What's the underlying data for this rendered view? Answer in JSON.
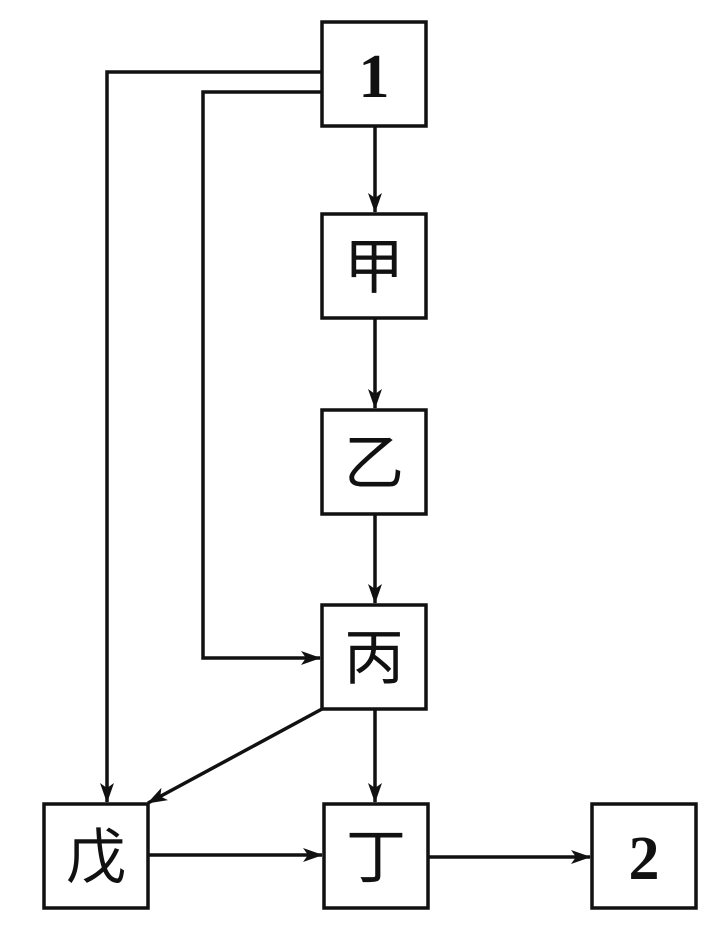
{
  "nodes": {
    "n1": "1",
    "jia": "甲",
    "yi": "乙",
    "bing": "丙",
    "wu": "戊",
    "ding": "丁",
    "n2": "2"
  },
  "colors": {
    "stroke": "#111111",
    "background": "#ffffff"
  }
}
